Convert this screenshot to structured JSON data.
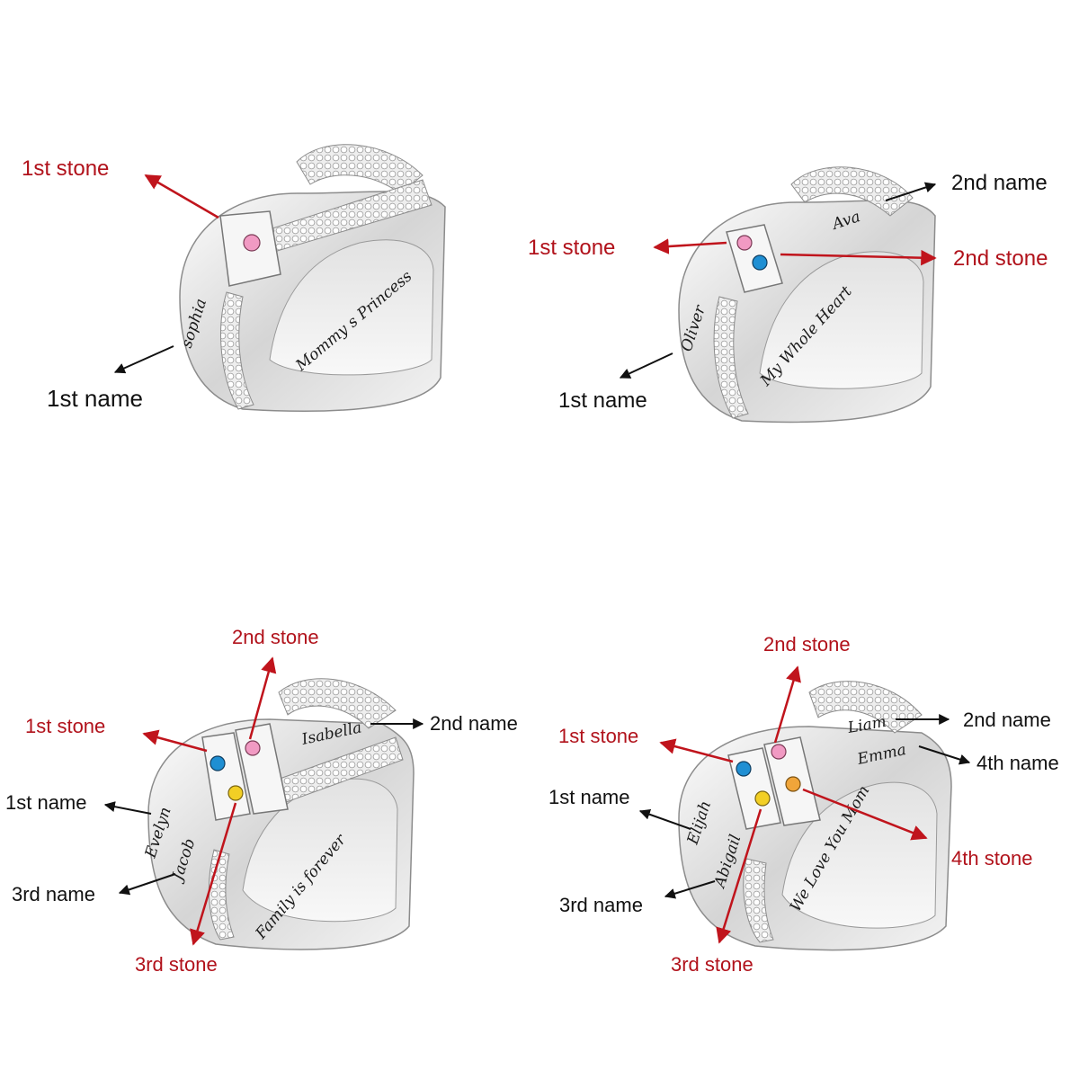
{
  "colors": {
    "red_label": "#b1121b",
    "black_label": "#111111",
    "silver": "#e6e6e6",
    "pink": "#f19ac3",
    "blue": "#1f8fd3",
    "yellow": "#f2cf25"
  },
  "panel1": {
    "stone_labels": [
      "1st stone"
    ],
    "name_labels": [
      "1st name"
    ],
    "engravings": [
      "sophia",
      "Mommy s Princess"
    ]
  },
  "panel2": {
    "stone_labels": [
      "1st stone",
      "2nd stone"
    ],
    "name_labels": [
      "1st name",
      "2nd name"
    ],
    "engravings": [
      "Oliver",
      "Ava",
      "My Whole Heart"
    ]
  },
  "panel3": {
    "stone_labels": [
      "1st stone",
      "2nd stone",
      "3rd stone"
    ],
    "name_labels": [
      "1st name",
      "2nd name",
      "3rd name"
    ],
    "engravings": [
      "Evelyn",
      "Isabella",
      "Jacob",
      "Family is forever"
    ]
  },
  "panel4": {
    "stone_labels": [
      "1st stone",
      "2nd stone",
      "3rd stone",
      "4th stone"
    ],
    "name_labels": [
      "1st name",
      "2nd name",
      "3rd name",
      "4th name"
    ],
    "engravings": [
      "Elijah",
      "Liam",
      "Emma",
      "Abigail",
      "We Love You Mom"
    ]
  }
}
